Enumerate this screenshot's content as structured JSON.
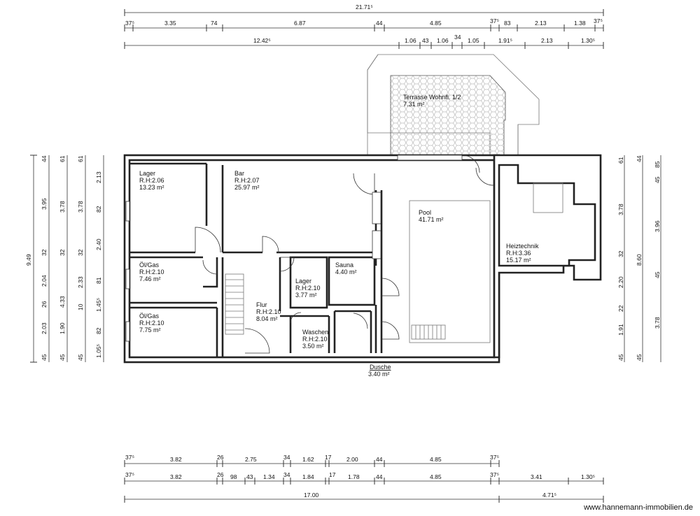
{
  "rooms": {
    "lager1": {
      "name": "Lager",
      "height": "R.H:2.06",
      "area": "13.23 m²"
    },
    "bar": {
      "name": "Bar",
      "height": "R.H:2.07",
      "area": "25.97 m²"
    },
    "oelgas1": {
      "name": "Öl/Gas",
      "height": "R.H:2.10",
      "area": "7.46 m²"
    },
    "oelgas2": {
      "name": "Öl/Gas",
      "height": "R.H:2.10",
      "area": "7.75 m²"
    },
    "flur": {
      "name": "Flur",
      "height": "R.H:2.10",
      "area": "8.04 m²"
    },
    "lager2": {
      "name": "Lager",
      "height": "R.H:2.10",
      "area": "3.77 m²"
    },
    "sauna": {
      "name": "Sauna",
      "area": "4.40 m²"
    },
    "waschen": {
      "name": "Waschen",
      "height": "R.H:2.10",
      "area": "3.50 m²"
    },
    "dusche": {
      "name": "Dusche",
      "area": "3.40 m²"
    },
    "pool": {
      "name": "Pool",
      "area": "41.71 m²"
    },
    "heiztechnik": {
      "name": "Heiztechnik",
      "height": "R.H:3.36",
      "area": "15.17 m²"
    },
    "terrasse": {
      "name": "Terrasse Wohnfl. 1/2",
      "area": "7.31 m²"
    }
  },
  "dimensions": {
    "top_overall": "21.71⁵",
    "top_row1": [
      "37⁵",
      "3.35",
      "74",
      "6.87",
      "44",
      "4.85",
      "37⁵",
      "83",
      "2.13",
      "1.38",
      "37⁵"
    ],
    "top_row2": [
      "12.42⁵",
      "1.06",
      "43",
      "1.06",
      "34",
      "1.05",
      "1.91⁵",
      "2.13",
      "1.30⁵"
    ],
    "bottom_row1": [
      "37⁵",
      "3.82",
      "26",
      "2.75",
      "34",
      "1.62",
      "17",
      "2.00",
      "44",
      "4.85",
      "37⁵"
    ],
    "bottom_row2": [
      "37⁵",
      "3.82",
      "26",
      "98",
      "43",
      "1.34",
      "34",
      "1.84",
      "17",
      "1.78",
      "44",
      "4.85",
      "37⁵",
      "3.41",
      "1.30⁵"
    ],
    "bottom_overall": [
      "17.00",
      "4.71⁵"
    ],
    "left_overall": "9.49",
    "left_col1": [
      "44",
      "3.95",
      "32",
      "2.04",
      "26",
      "2.03",
      "45"
    ],
    "left_col2": [
      "61",
      "3.78",
      "32",
      "4.33",
      "1.90",
      "45"
    ],
    "left_col3": [
      "61",
      "3.78",
      "32",
      "2.33",
      "10",
      "45"
    ],
    "left_col4": [
      "2.13",
      "82",
      "2.40",
      "81",
      "1.45⁵",
      "82",
      "1.05⁵"
    ],
    "right_col1": [
      "61",
      "3.78",
      "32",
      "2.20",
      "22",
      "1.91",
      "45"
    ],
    "right_col2": [
      "44",
      "8.60",
      "45"
    ],
    "right_col3": [
      "85",
      "45",
      "3.96",
      "45",
      "3.78"
    ]
  },
  "watermark": "www.hannemann-immobilien.de"
}
